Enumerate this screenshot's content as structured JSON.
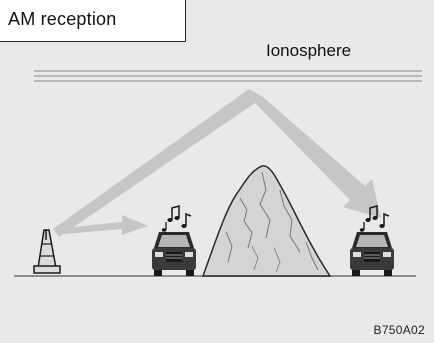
{
  "figure": {
    "title": "AM reception",
    "layer_label": "Ionosphere",
    "figure_code": "B750A02"
  },
  "colors": {
    "background": "#e9e9e9",
    "title_box": "#ffffff",
    "wave_arrow": "#c4c4c4",
    "ground": "#8e8e8e",
    "mountain_fill": "#d4d4d4",
    "outline": "#1a1a1a"
  },
  "icons": [
    "transmission-tower-icon",
    "car-icon",
    "music-note-icon",
    "mountain-icon"
  ]
}
